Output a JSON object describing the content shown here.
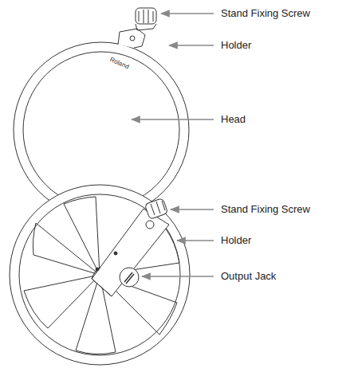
{
  "diagram": {
    "labels": [
      "Stand Fixing Screw",
      "Roland",
      "Holder",
      "Head",
      "Stand Fixing Screw",
      "Holder",
      "Output Jack"
    ]
  }
}
